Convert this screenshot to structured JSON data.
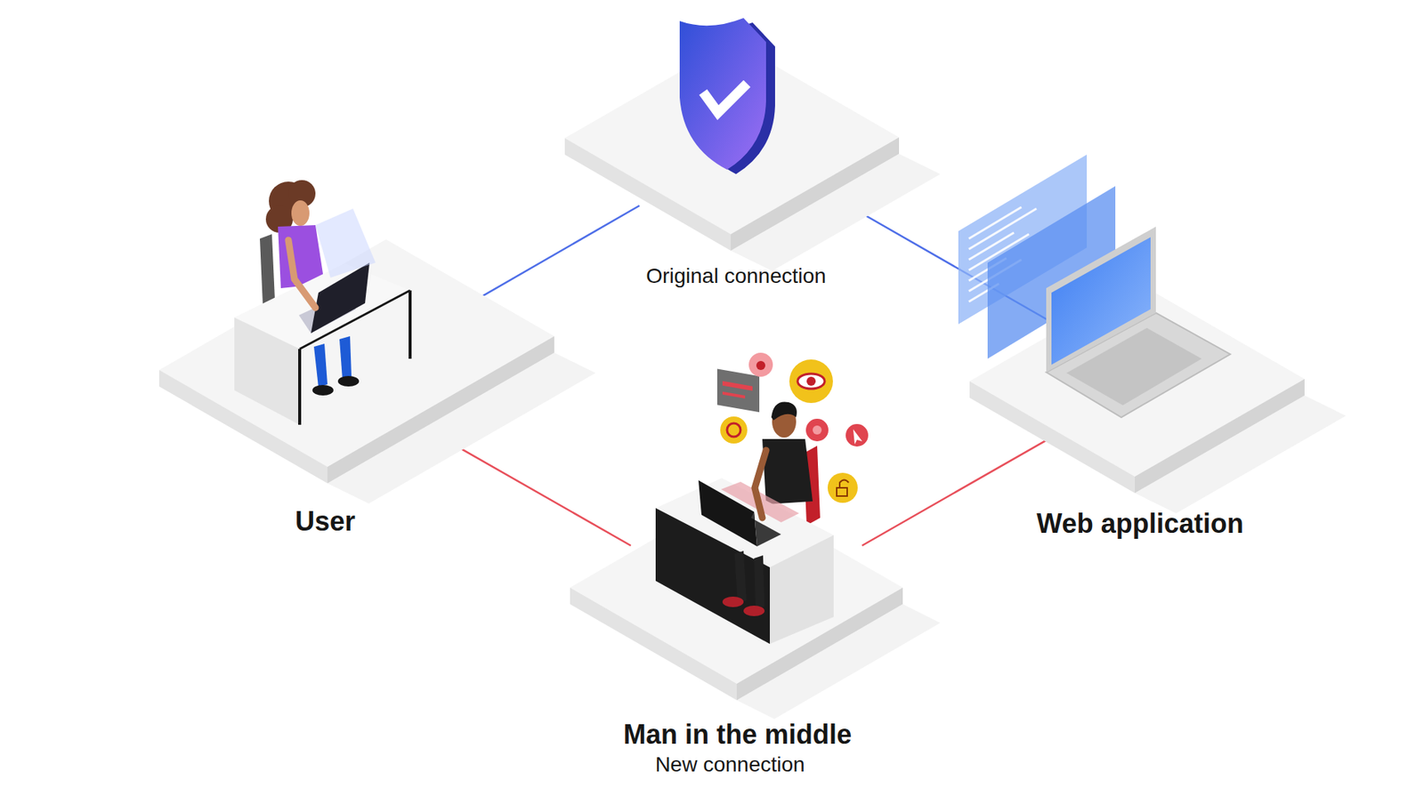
{
  "diagram": {
    "nodes": [
      {
        "text": [
          "Original connection"
        ]
      },
      {
        "text": [
          "User"
        ]
      },
      {
        "text": [
          "Web application"
        ]
      },
      {
        "text": [
          "Man in the middle",
          "New connection"
        ]
      }
    ],
    "edges": [
      {
        "from": 1,
        "to": 0,
        "arrow": "none"
      },
      {
        "from": 0,
        "to": 2,
        "arrow": "none"
      },
      {
        "from": 1,
        "to": 3,
        "arrow": "none"
      },
      {
        "from": 3,
        "to": 2,
        "arrow": "none"
      }
    ]
  }
}
